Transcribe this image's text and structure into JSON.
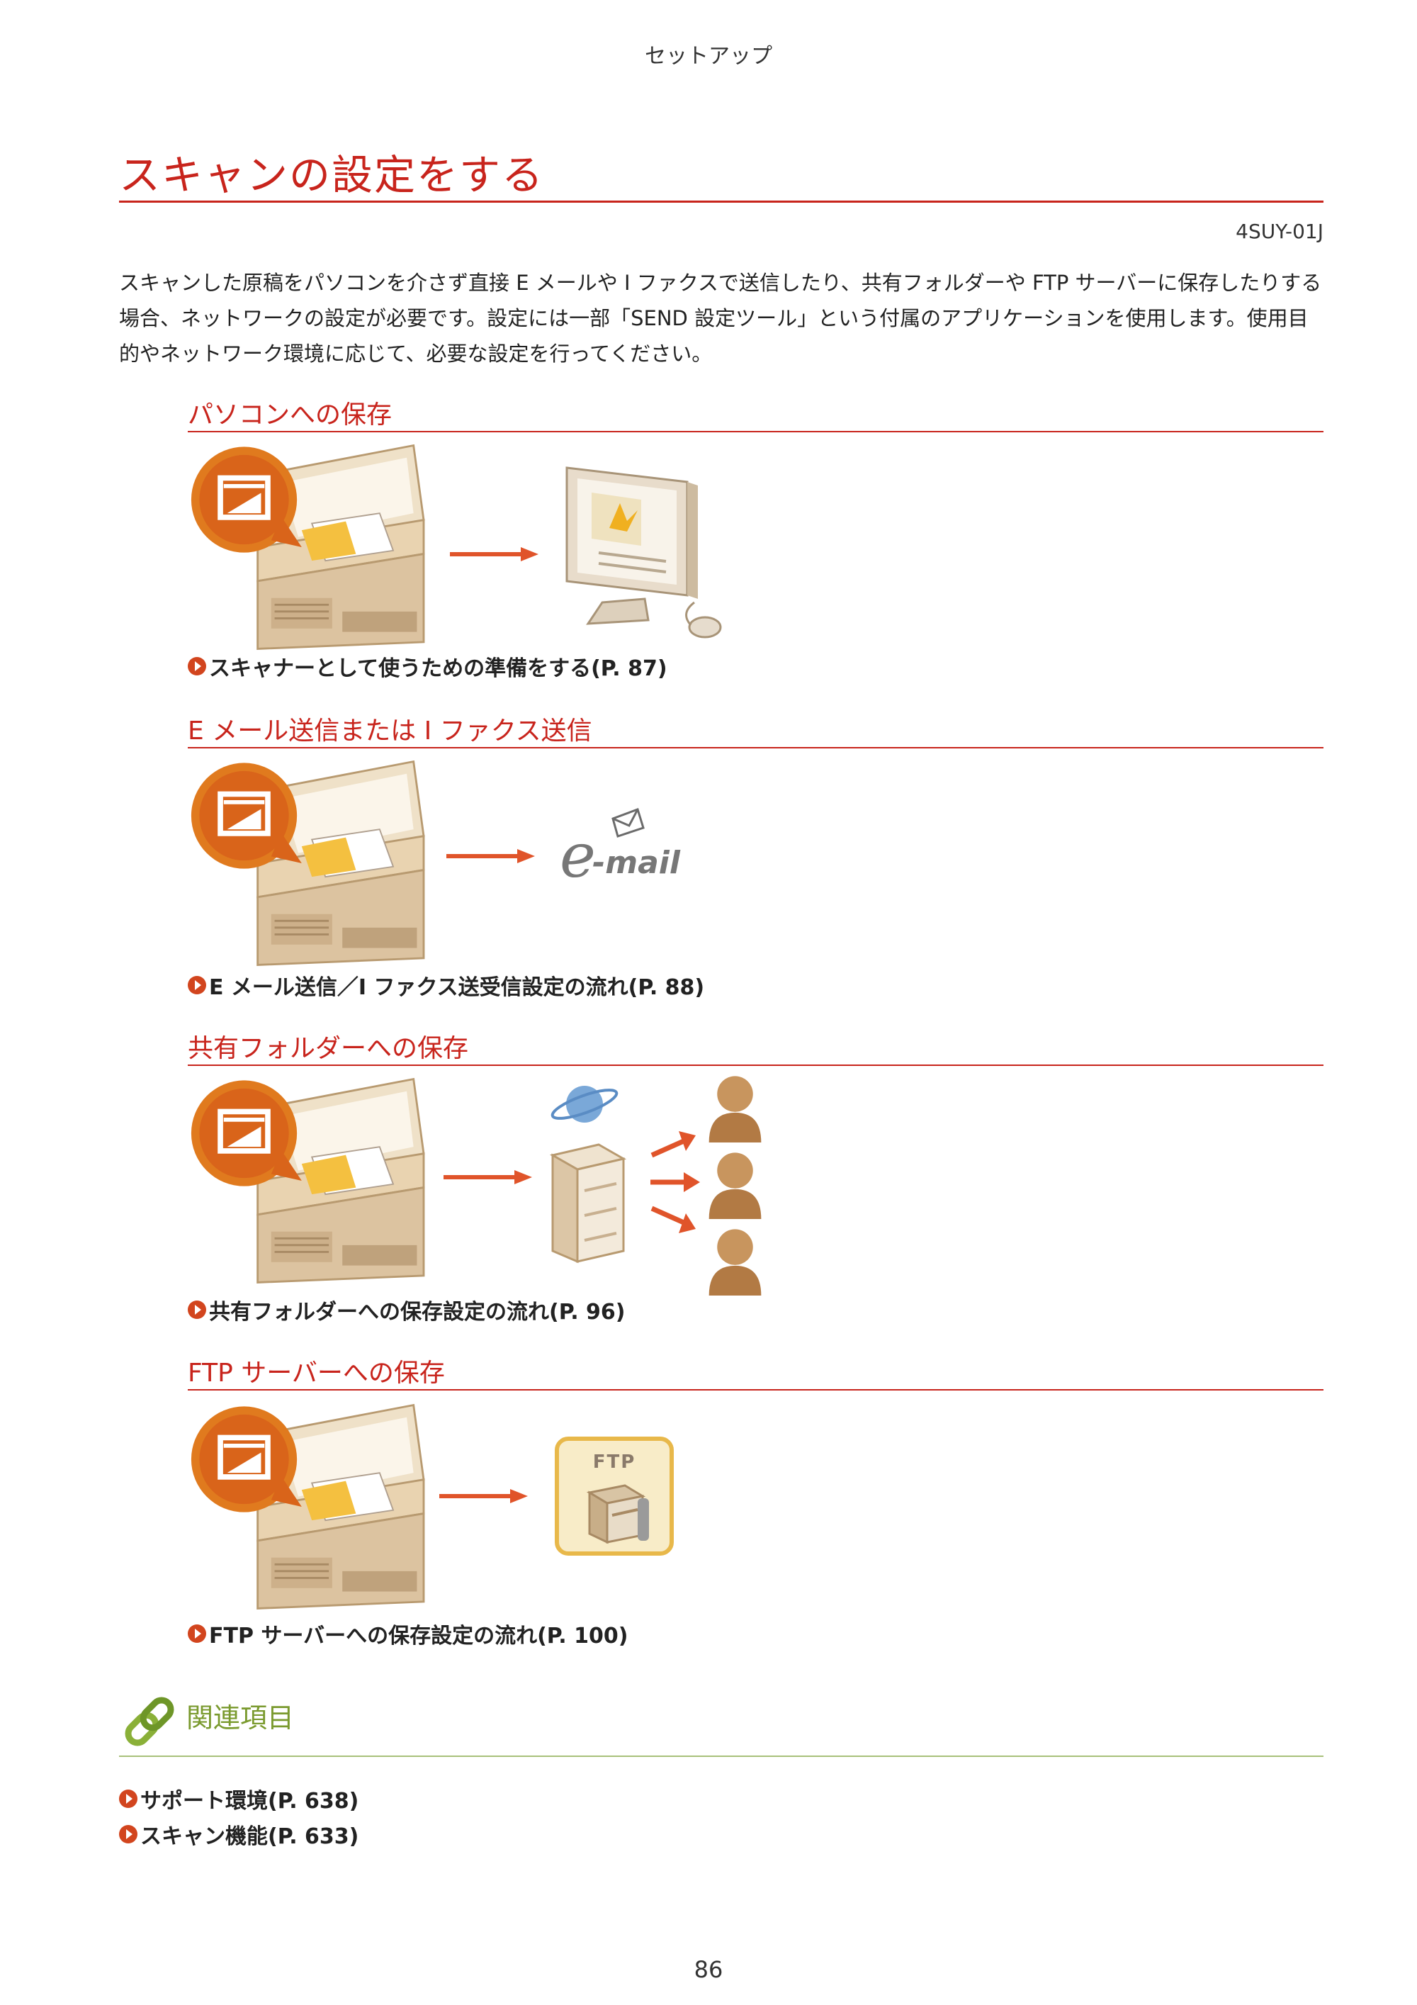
{
  "header": {
    "running_title": "セットアップ"
  },
  "title": "スキャンの設定をする",
  "doc_id": "4SUY-01J",
  "intro": "スキャンした原稿をパソコンを介さず直接 E メールや I ファクスで送信したり、共有フォルダーや FTP サーバーに保存したりする場合、ネットワークの設定が必要です。設定には一部「SEND 設定ツール」という付属のアプリケーションを使用します。使用目的やネットワーク環境に応じて、必要な設定を行ってください。",
  "sections": [
    {
      "title": "パソコンへの保存",
      "link": "スキャナーとして使うための準備をする(P. 87)",
      "icon": "computer-monitor-icon"
    },
    {
      "title": "E メール送信または I ファクス送信",
      "link": "E メール送信／I ファクス送受信設定の流れ(P. 88)",
      "icon": "email-logo-icon",
      "email_logo_text": "-mail",
      "email_logo_letter": "e"
    },
    {
      "title": "共有フォルダーへの保存",
      "link": "共有フォルダーへの保存設定の流れ(P. 96)",
      "icon": "shared-folder-server-icon"
    },
    {
      "title": "FTP サーバーへの保存",
      "link": "FTP サーバーへの保存設定の流れ(P. 100)",
      "icon": "ftp-server-icon",
      "ftp_label": "FTP"
    }
  ],
  "related": {
    "title": "関連項目",
    "items": [
      "サポート環境(P. 638)",
      "スキャン機能(P. 633)"
    ]
  },
  "page_number": "86",
  "colors": {
    "accent": "#c8241c",
    "related": "#7a9a2e",
    "arrow": "#e0542a"
  }
}
